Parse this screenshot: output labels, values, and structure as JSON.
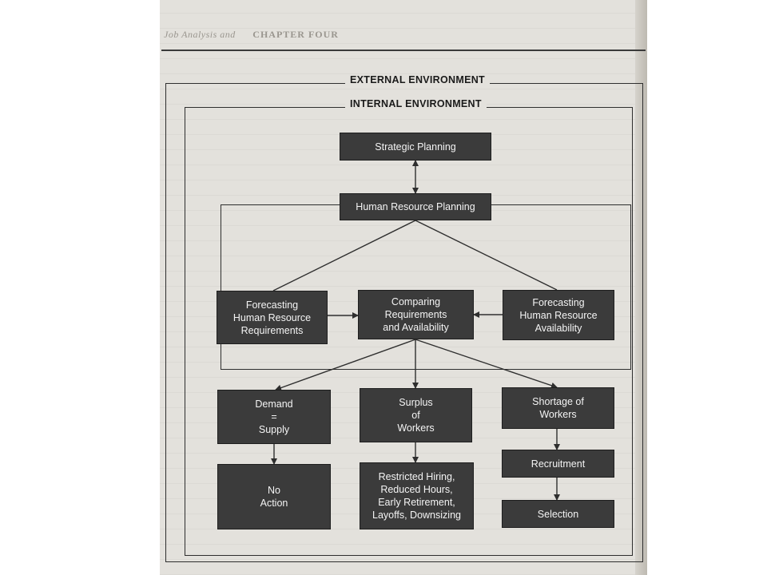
{
  "page_header": {
    "left_text": "Job Analysis and",
    "chapter_text": "CHAPTER FOUR"
  },
  "environments": {
    "external": "EXTERNAL ENVIRONMENT",
    "internal": "INTERNAL ENVIRONMENT"
  },
  "nodes": {
    "strategic_planning": "Strategic Planning",
    "hr_planning": "Human Resource Planning",
    "forecast_requirements": "Forecasting\nHuman Resource\nRequirements",
    "comparing": "Comparing\nRequirements\nand Availability",
    "forecast_availability": "Forecasting\nHuman Resource\nAvailability",
    "demand_supply": "Demand\n=\nSupply",
    "surplus": "Surplus\nof\nWorkers",
    "shortage": "Shortage of\nWorkers",
    "no_action": "No\nAction",
    "restricted": "Restricted Hiring,\nReduced Hours,\nEarly Retirement,\nLayoffs, Downsizing",
    "recruitment": "Recruitment",
    "selection": "Selection"
  },
  "colors": {
    "node_fill": "#3b3b3b",
    "node_text": "#f4f4f4",
    "line": "#2e2e2e",
    "page": "#e3e1dc"
  }
}
